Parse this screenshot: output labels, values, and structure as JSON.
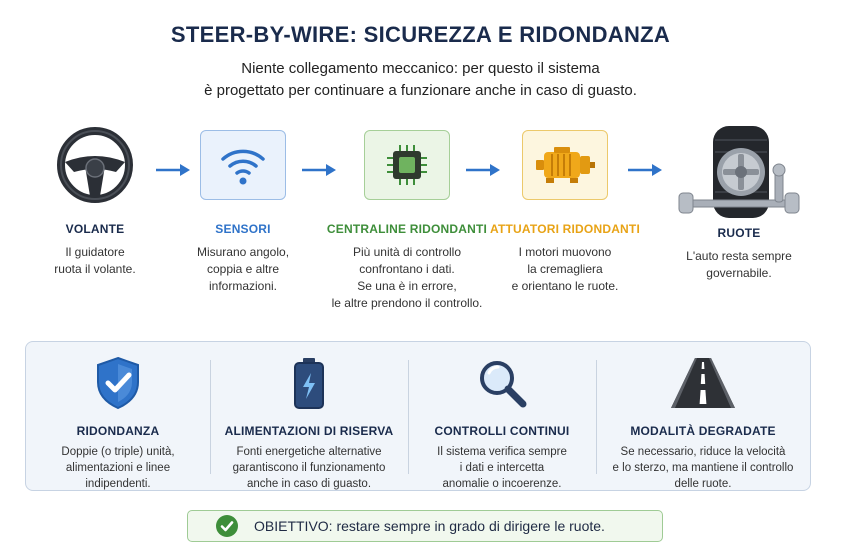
{
  "title": "STEER-BY-WIRE: SICUREZZA E RIDONDANZA",
  "subtitle": [
    "Niente collegamento meccanico: per questo il sistema",
    "è progettato per continuare a funzionare anche in caso di guasto."
  ],
  "colors": {
    "blue": "#2f73c9",
    "green": "#3e8e3a",
    "orange": "#e8a316",
    "navy": "#1a2b4c"
  },
  "steps": [
    {
      "label": "VOLANTE",
      "icon": "steering-wheel-icon",
      "desc": [
        "Il guidatore",
        "ruota il volante."
      ]
    },
    {
      "label": "SENSORI",
      "icon": "wifi-signal-icon",
      "desc": [
        "Misurano angolo,",
        "coppia e altre",
        "informazioni."
      ]
    },
    {
      "label": "CENTRALINE RIDONDANTI",
      "icon": "chip-icon",
      "desc": [
        "Più unità di controllo",
        "confrontano i dati.",
        "Se una è in errore,",
        "le altre prendono il controllo."
      ]
    },
    {
      "label": "ATTUATORI RIDONDANTI",
      "icon": "motor-icon",
      "desc": [
        "I motori muovono",
        "la cremagliera",
        "e orientano le ruote."
      ]
    },
    {
      "label": "RUOTE",
      "icon": "wheel-icon",
      "desc": [
        "L'auto resta sempre",
        "governabile."
      ]
    }
  ],
  "features": [
    {
      "label": "RIDONDANZA",
      "icon": "shield-check-icon",
      "desc": [
        "Doppie (o triple) unità,",
        "alimentazioni e linee",
        "indipendenti."
      ]
    },
    {
      "label": "ALIMENTAZIONI DI RISERVA",
      "icon": "battery-icon",
      "desc": [
        "Fonti energetiche alternative",
        "garantiscono il funzionamento",
        "anche in caso di guasto."
      ]
    },
    {
      "label": "CONTROLLI CONTINUI",
      "icon": "magnifier-icon",
      "desc": [
        "Il sistema verifica sempre",
        "i dati e intercetta",
        "anomalie o incoerenze."
      ]
    },
    {
      "label": "MODALITÀ DEGRADATE",
      "icon": "road-icon",
      "desc": [
        "Se necessario, riduce la velocità",
        "e lo sterzo, ma mantiene il controllo",
        "delle ruote."
      ]
    }
  ],
  "goal": "OBIETTIVO: restare sempre in grado di dirigere le ruote."
}
